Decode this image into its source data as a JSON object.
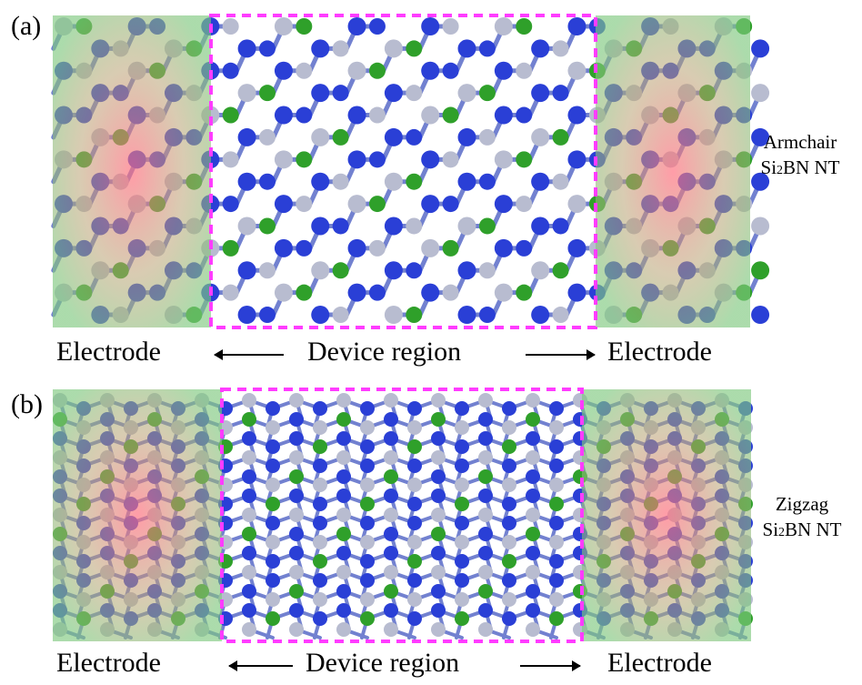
{
  "panels": [
    {
      "id": "a",
      "label": "(a)",
      "side_label_lines": [
        "Armchair",
        "Si",
        "2",
        "BN NT"
      ],
      "electrode_left": "Electrode",
      "device_region": "Device region",
      "electrode_right": "Electrode"
    },
    {
      "id": "b",
      "label": "(b)",
      "side_label_lines": [
        "Zigzag",
        "Si",
        "2",
        "BN NT"
      ],
      "electrode_left": "Electrode",
      "device_region": "Device region",
      "electrode_right": "Electrode"
    }
  ],
  "colors": {
    "electrode_green": "#7ec87e",
    "electrode_glow": "#ff6f7f",
    "device_border": "#ff3cff",
    "atom_si": "#2a3fd6",
    "atom_b": "#2fa02a",
    "atom_n": "#b8bcd0",
    "bond": "#5a6cc8"
  }
}
